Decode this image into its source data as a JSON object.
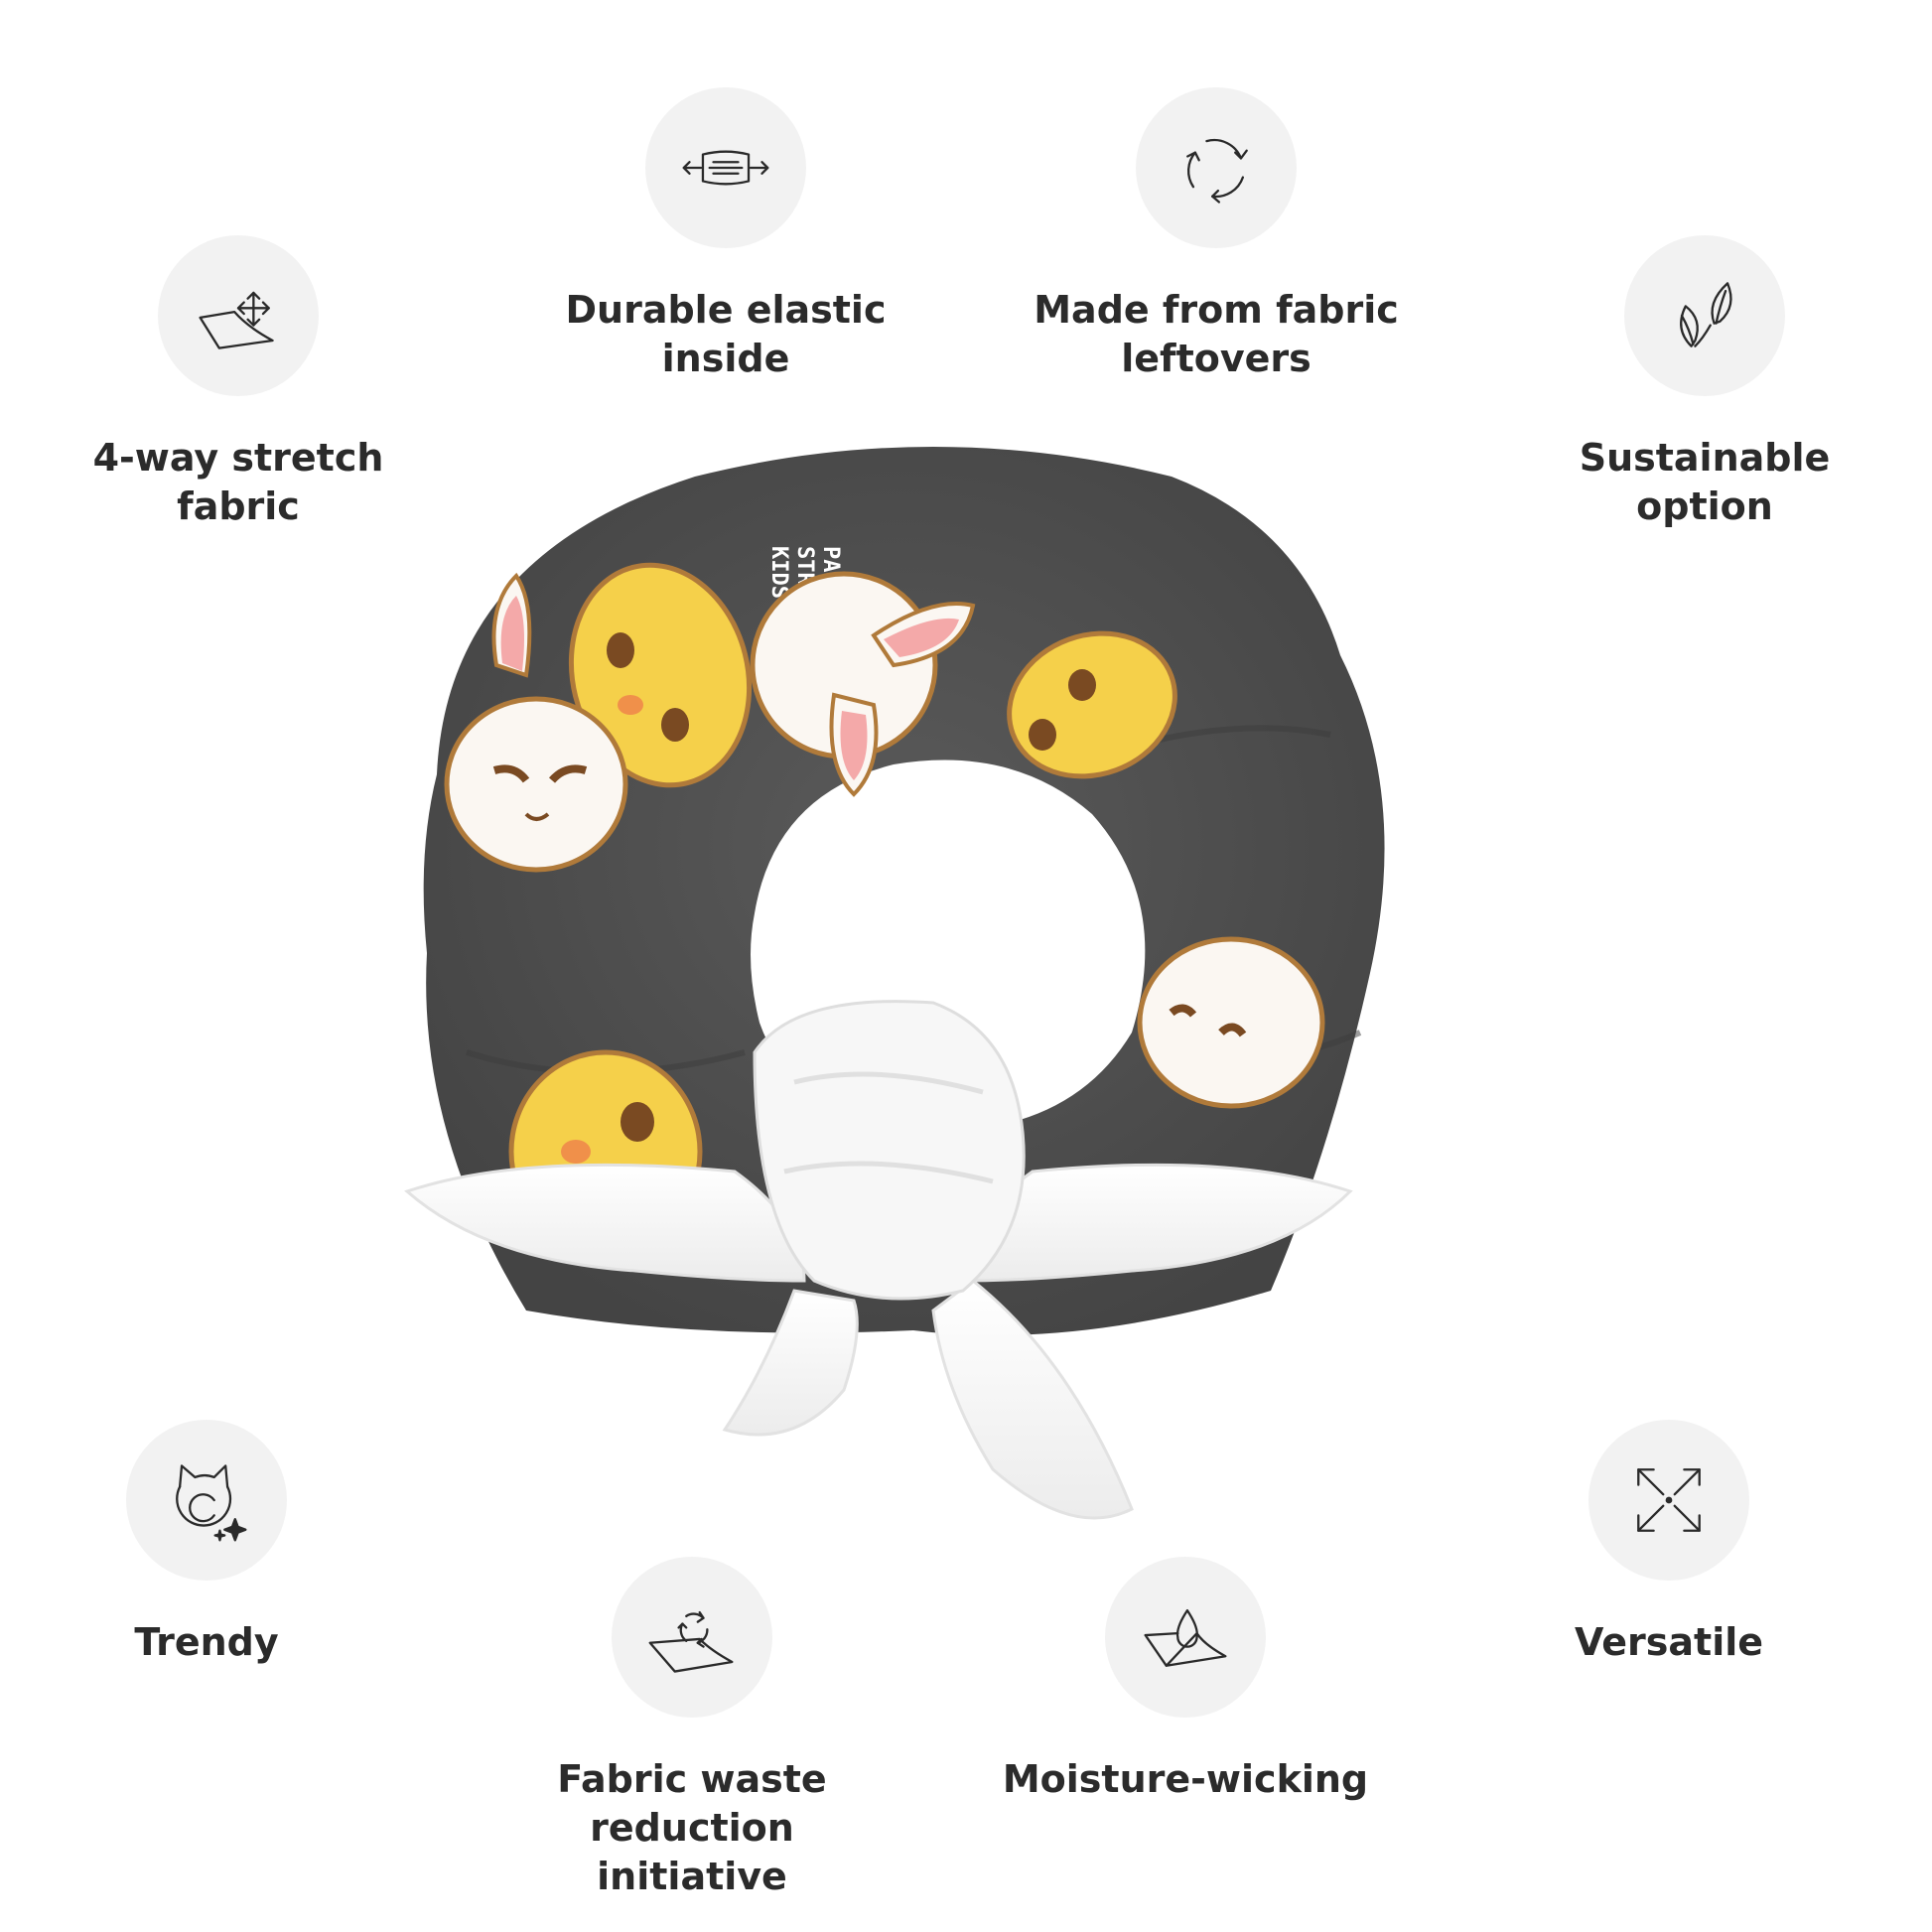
{
  "features": [
    {
      "id": "stretch",
      "label": "4-way stretch\nfabric",
      "icon": "four-way-stretch-icon"
    },
    {
      "id": "elastic",
      "label": "Durable elastic\ninside",
      "icon": "elastic-band-icon"
    },
    {
      "id": "leftovers",
      "label": "Made from fabric\nleftovers",
      "icon": "recycle-arrows-icon"
    },
    {
      "id": "sustainable",
      "label": "Sustainable\noption",
      "icon": "leaves-icon"
    },
    {
      "id": "trendy",
      "label": "Trendy",
      "icon": "cat-sparkle-icon"
    },
    {
      "id": "waste",
      "label": "Fabric waste reduction\ninitiative",
      "icon": "fabric-recycle-icon"
    },
    {
      "id": "moisture",
      "label": "Moisture-wicking",
      "icon": "water-drop-fabric-icon"
    },
    {
      "id": "versatile",
      "label": "Versatile",
      "icon": "expand-arrows-icon"
    }
  ],
  "product": {
    "print_text": "PASTEL\nSTRAY\nKIDS",
    "colors": {
      "fabric": "#4b4b4b",
      "bow": "#ffffff",
      "chick": "#f5d04a",
      "bunny": "#fbf7f2",
      "accent": "#8a5a2e"
    }
  }
}
